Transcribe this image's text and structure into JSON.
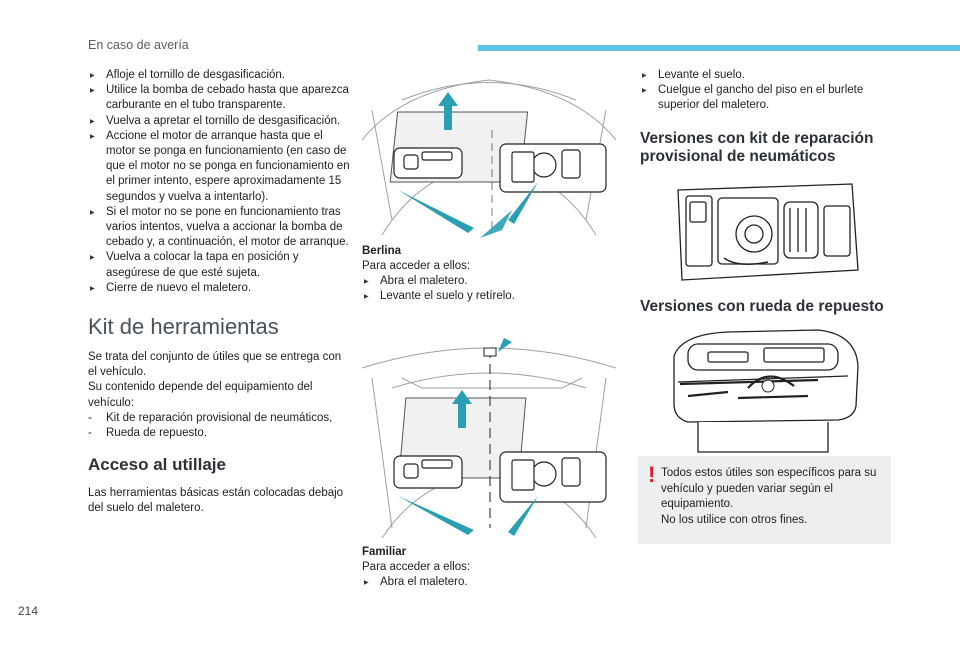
{
  "header": {
    "section_title": "En caso de avería"
  },
  "page_number": "214",
  "col1": {
    "steps": [
      "Afloje el tornillo de desgasificación.",
      "Utilice la bomba de cebado hasta que aparezca carburante en el tubo transparente.",
      "Vuelva a apretar el tornillo de desgasificación.",
      "Accione el motor de arranque hasta que el motor se ponga en funcionamiento (en caso de que el motor no se ponga en funcionamiento en el primer intento, espere aproximadamente 15 segundos y vuelva a intentarlo).",
      "Si el motor no se pone en funcionamiento tras varios intentos, vuelva a accionar la bomba de cebado y, a continuación, el motor de arranque.",
      "Vuelva a colocar la tapa en posición y asegúrese de que esté sujeta.",
      "Cierre de nuevo el maletero."
    ],
    "kit_heading": "Kit de herramientas",
    "kit_p1": "Se trata del conjunto de útiles que se entrega con el vehículo.",
    "kit_p2": "Su contenido depende del equipamiento del vehículo:",
    "kit_items": [
      "Kit de reparación provisional de neumáticos,",
      "Rueda de repuesto."
    ],
    "access_heading": "Acceso al utillaje",
    "access_p": "Las herramientas básicas están colocadas debajo del suelo del maletero."
  },
  "col2": {
    "berlina_title": "Berlina",
    "berlina_intro": "Para acceder a ellos:",
    "berlina_steps": [
      "Abra el maletero.",
      "Levante el suelo y retírelo."
    ],
    "familiar_title": "Familiar",
    "familiar_intro": "Para acceder a ellos:",
    "familiar_steps": [
      "Abra el maletero."
    ]
  },
  "col3": {
    "steps": [
      "Levante el suelo.",
      "Cuelgue el gancho del piso en el burlete superior del maletero."
    ],
    "kit_heading": "Versiones con kit de reparación provisional de neumáticos",
    "wheel_heading": "Versiones con rueda de repuesto",
    "notice_p1": "Todos estos útiles son específicos para su vehículo y pueden variar según el equipamiento.",
    "notice_p2": "No los utilice con otros fines."
  },
  "colors": {
    "accent": "#5bc6e4",
    "arrow": "#2a9fb3",
    "warning": "#e0202a"
  },
  "icons": {
    "bullet": "triangle-right-icon",
    "warning": "exclamation-icon"
  }
}
